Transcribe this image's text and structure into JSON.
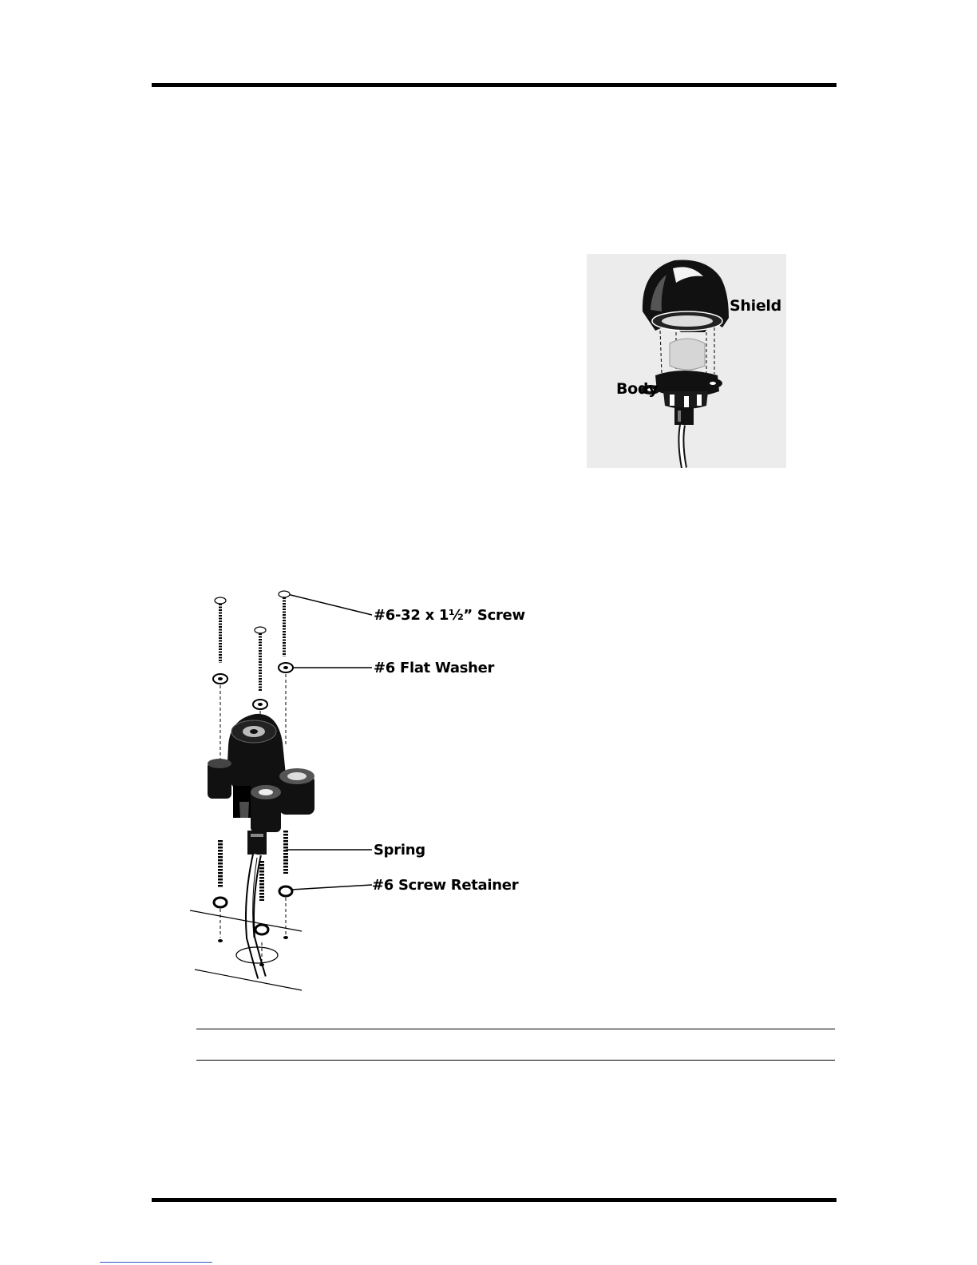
{
  "figure_shield": {
    "labels": {
      "shield": "Shield",
      "body": "Body"
    }
  },
  "figure_assembly": {
    "labels": {
      "screw": "#6-32 x 1½” Screw",
      "washer": "#6 Flat Washer",
      "spring": "Spring",
      "retainer": "#6 Screw Retainer"
    }
  }
}
